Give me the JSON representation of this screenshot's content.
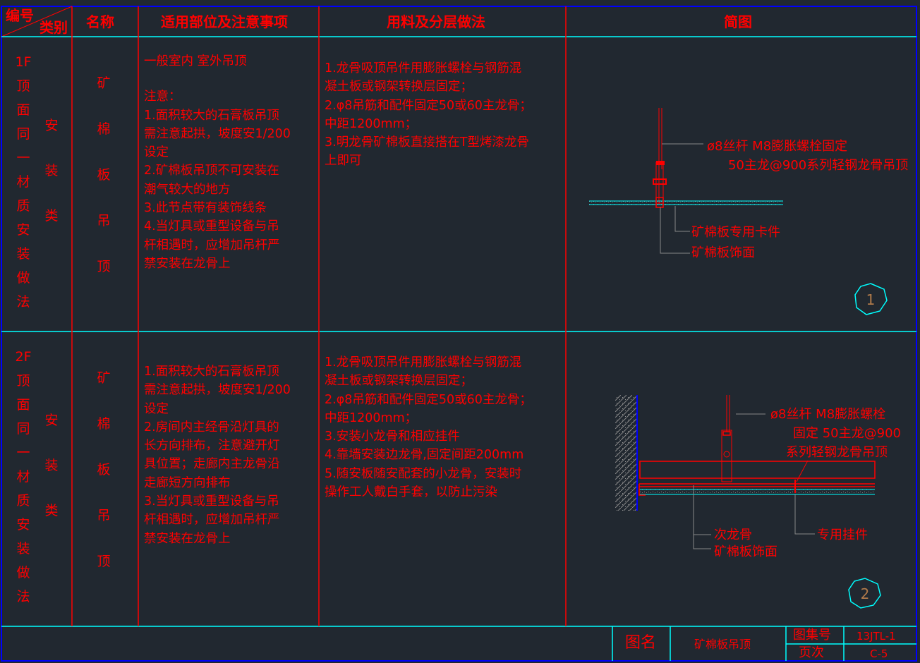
{
  "header": {
    "number": "编号",
    "category": "类别",
    "name": "名称",
    "notes": "适用部位及注意事项",
    "materials": "用料及分层做法",
    "sketch": "简图"
  },
  "rows": [
    {
      "code_chars": [
        "1F",
        "顶",
        "面",
        "同",
        "一",
        "材",
        "质",
        "安",
        "装",
        "做",
        "法"
      ],
      "category_chars": [
        "安",
        "装",
        "类"
      ],
      "name_chars": [
        "矿",
        "棉",
        "板",
        "吊",
        "顶"
      ],
      "notes": [
        "一般室内 室外吊顶",
        "",
        "注意：",
        "1.面积较大的石膏板吊顶",
        "需注意起拱，坡度安1/200",
        "设定",
        "2.矿棉板吊顶不可安装在",
        "潮气较大的地方",
        "3.此节点带有装饰线条",
        "4.当灯具或重型设备与吊",
        "杆相遇时，应增加吊杆严",
        "禁安装在龙骨上"
      ],
      "materials": [
        "1.龙骨吸顶吊件用膨胀螺栓与钢筋混",
        "凝土板或钢架转换层固定；",
        "2.φ8吊筋和配件固定50或60主龙骨；",
        "中距1200mm；",
        "3.明龙骨矿棉板直接搭在T型烤漆龙骨",
        "上即可"
      ],
      "sketch": {
        "labels": [
          "ø8丝杆 M8膨胀螺栓固定",
          "50主龙@900系列轻钢龙骨吊顶",
          "矿棉板专用卡件",
          "矿棉板饰面"
        ],
        "marker": "1"
      }
    },
    {
      "code_chars": [
        "2F",
        "顶",
        "面",
        "同",
        "一",
        "材",
        "质",
        "安",
        "装",
        "做",
        "法"
      ],
      "category_chars": [
        "安",
        "装",
        "类"
      ],
      "name_chars": [
        "矿",
        "棉",
        "板",
        "吊",
        "顶"
      ],
      "notes": [
        "1.面积较大的石膏板吊顶",
        "需注意起拱，坡度安1/200",
        "设定",
        "2.房间内主经骨沿灯具的",
        "长方向排布，注意避开灯",
        "具位置；走廊内主龙骨沿",
        "走廊短方向排布",
        "3.当灯具或重型设备与吊",
        "杆相遇时，应增加吊杆严",
        "禁安装在龙骨上"
      ],
      "materials": [
        "1.龙骨吸顶吊件用膨胀螺栓与钢筋混",
        "凝土板或钢架转换层固定；",
        "2.φ8吊筋和配件固定50或60主龙骨；",
        "中距1200mm；",
        "3.安装小龙骨和相应挂件",
        "4.靠墙安装边龙骨,固定间距200mm",
        "5.随安板随安配套的小龙骨，安装时",
        "操作工人戴白手套，以防止污染"
      ],
      "sketch": {
        "labels": [
          "ø8丝杆 M8膨胀螺栓",
          "固定   50主龙@900",
          "系列轻钢龙骨吊顶",
          "次龙骨",
          "矿棉板饰面",
          "专用挂件"
        ],
        "marker": "2"
      }
    }
  ],
  "title_block": {
    "drawing_name_label": "图名",
    "drawing_name": "矿棉板吊顶",
    "atlas_no_label": "图集号",
    "atlas_no": "13JTL-1",
    "page_label": "页次",
    "page": "C-5"
  },
  "colors": {
    "background": "#212830",
    "text": "#ff0000",
    "grid_cyan": "#00ffff",
    "border_blue": "#0000ff",
    "marker": "#b07a4a"
  }
}
